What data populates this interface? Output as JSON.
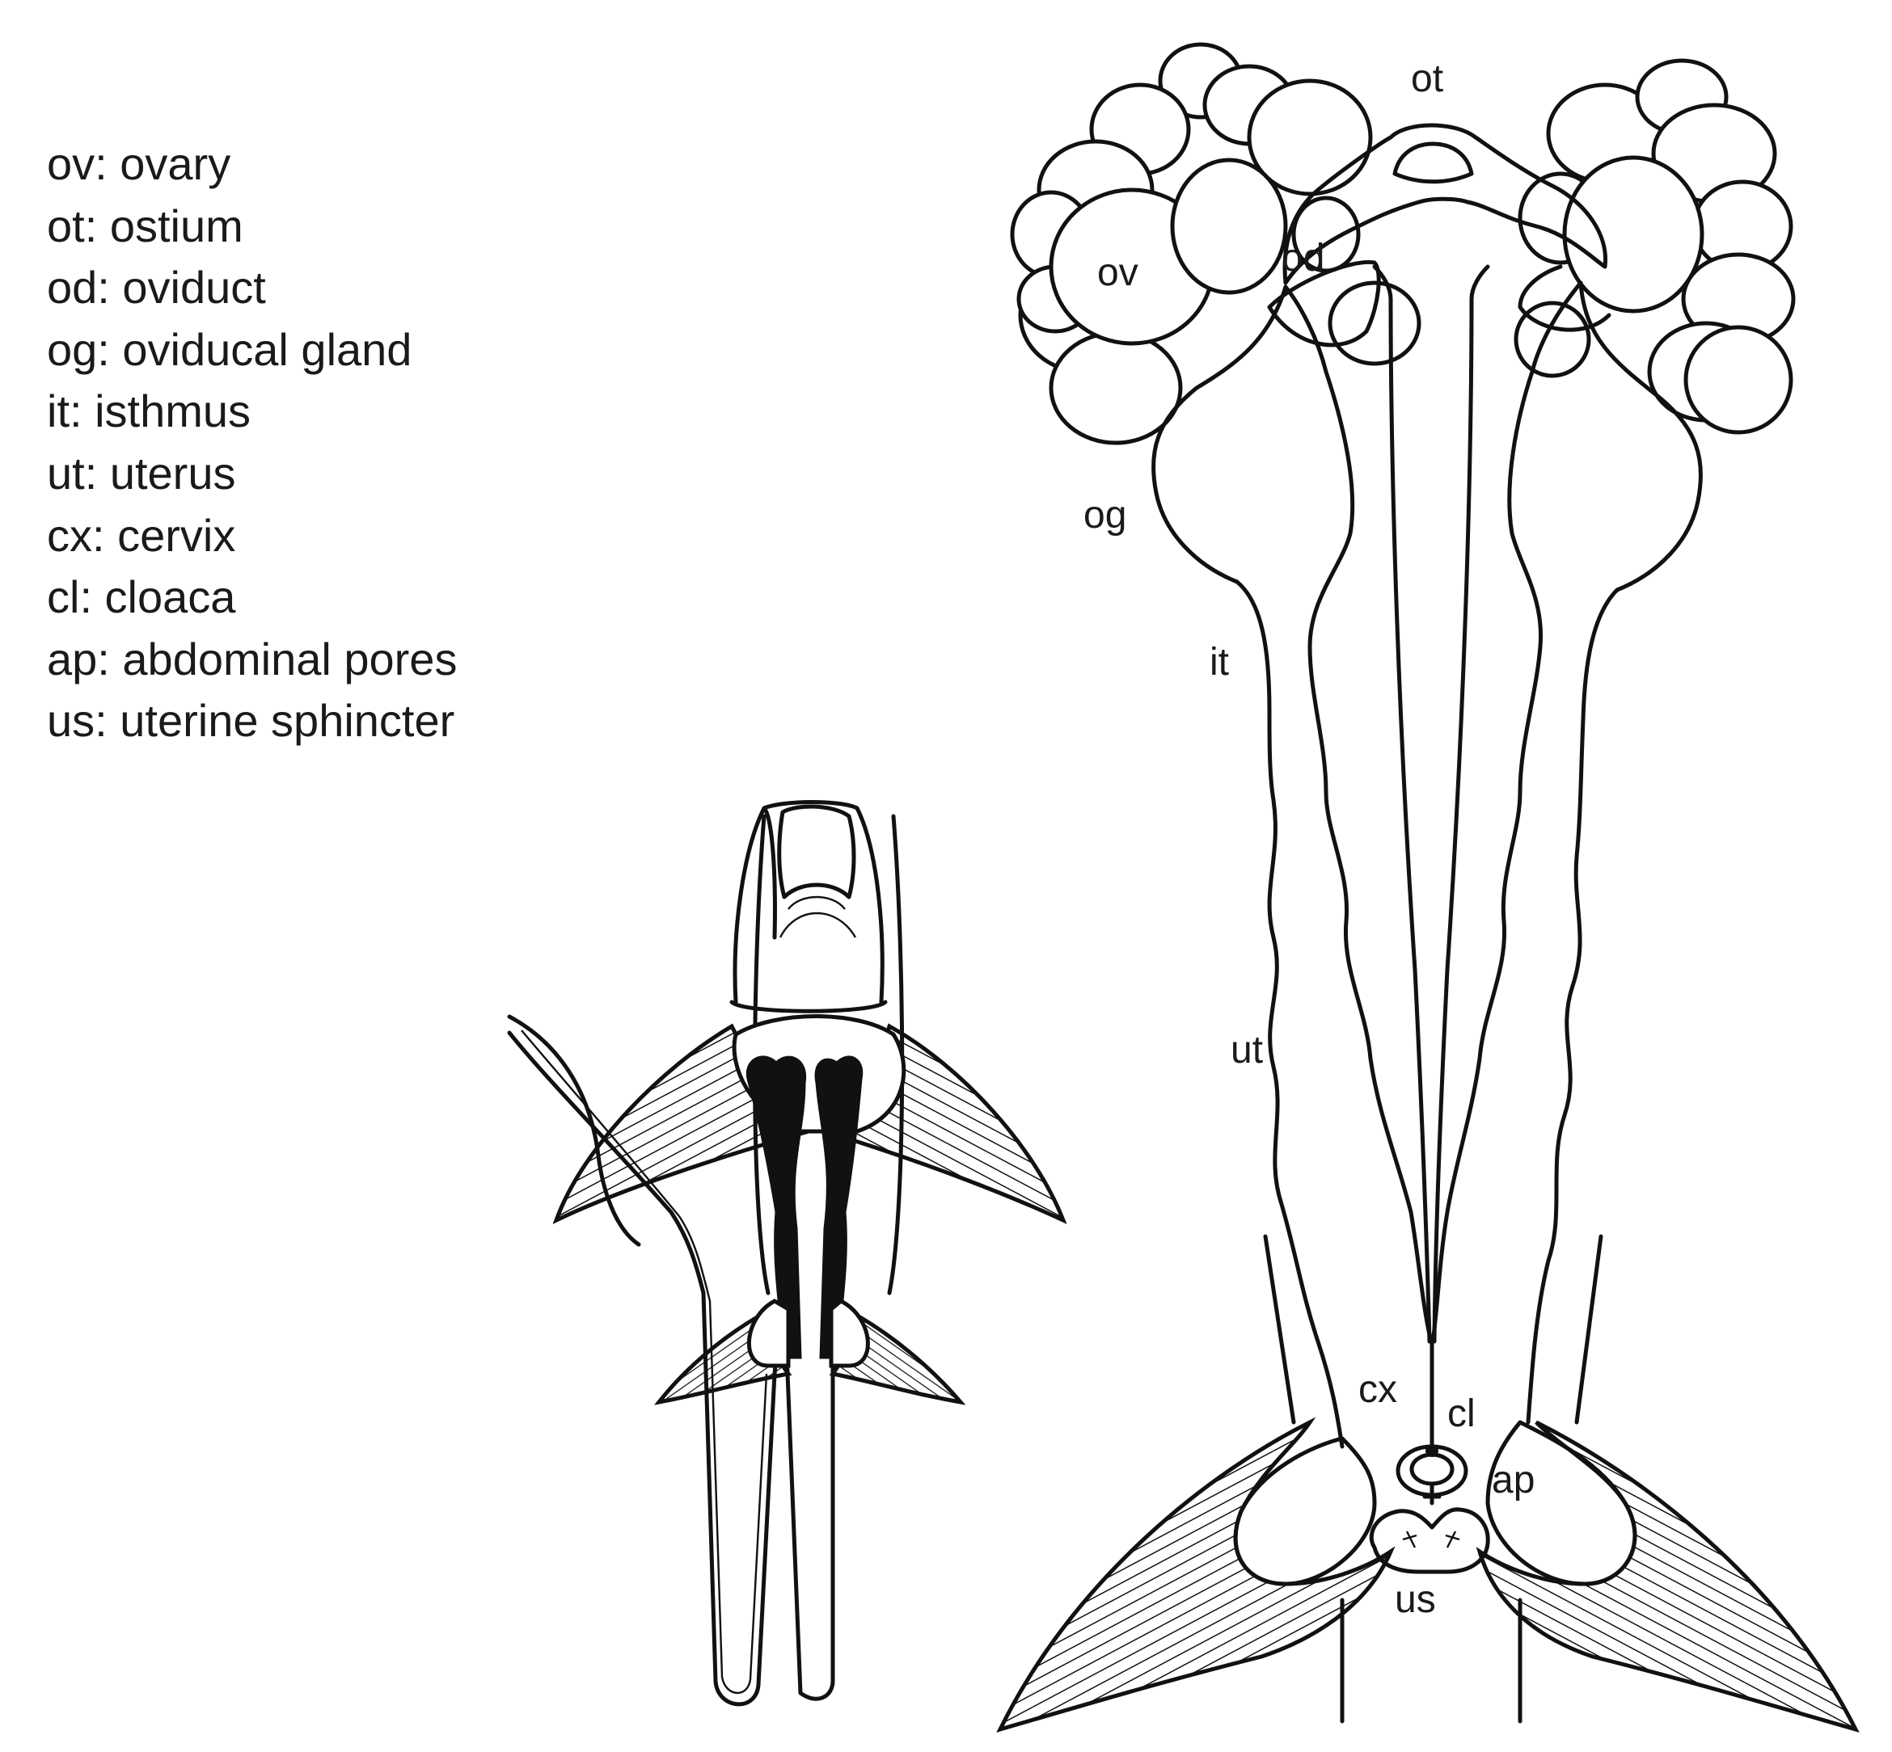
{
  "legend": {
    "items": [
      {
        "abbr": "ov",
        "text": "ov: ovary"
      },
      {
        "abbr": "ot",
        "text": "ot: ostium"
      },
      {
        "abbr": "od",
        "text": "od: oviduct"
      },
      {
        "abbr": "og",
        "text": "og: oviducal gland"
      },
      {
        "abbr": "it",
        "text": "it: isthmus"
      },
      {
        "abbr": "ut",
        "text": "ut: uterus"
      },
      {
        "abbr": "cx",
        "text": "cx: cervix"
      },
      {
        "abbr": "cl",
        "text": "cl: cloaca"
      },
      {
        "abbr": "ap",
        "text": "ap: abdominal pores"
      },
      {
        "abbr": "us",
        "text": "us: uterine sphincter"
      }
    ]
  },
  "diagram_labels": {
    "ot": "ot",
    "ov": "ov",
    "od": "od",
    "og": "og",
    "it": "it",
    "ut": "ut",
    "cx": "cx",
    "cl": "cl",
    "ap": "ap",
    "us": "us"
  },
  "colors": {
    "ink": "#111111",
    "background": "#ffffff"
  }
}
